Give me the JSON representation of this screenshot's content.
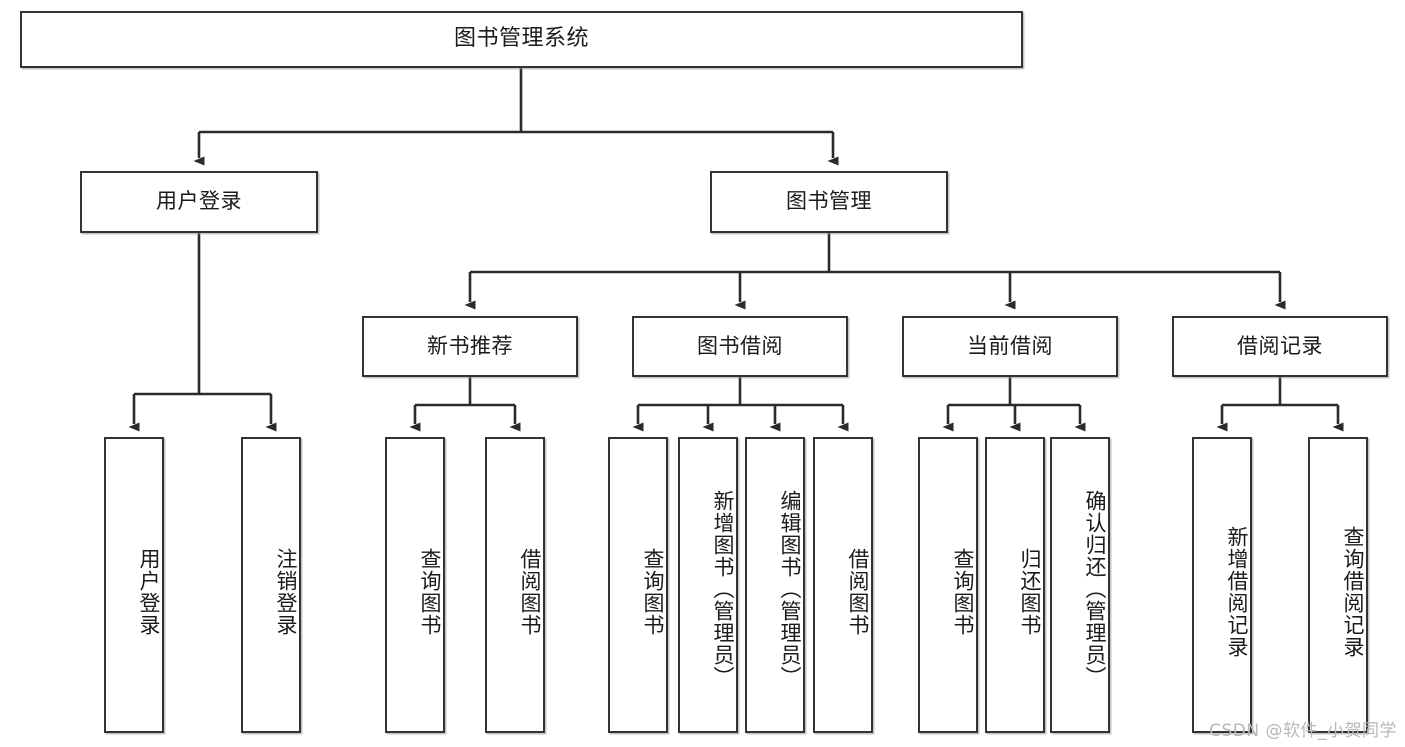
{
  "diagram": {
    "title": "图书管理系统",
    "type": "tree-hierarchy-diagram",
    "root": {
      "label": "图书管理系统"
    },
    "level2": [
      {
        "label": "用户登录"
      },
      {
        "label": "图书管理"
      }
    ],
    "level3": [
      {
        "label": "新书推荐"
      },
      {
        "label": "图书借阅"
      },
      {
        "label": "当前借阅"
      },
      {
        "label": "借阅记录"
      }
    ],
    "leaves_user_login": [
      {
        "label": "用户登录"
      },
      {
        "label": "注销登录"
      }
    ],
    "leaves_new_book": [
      {
        "label": "查询图书"
      },
      {
        "label": "借阅图书"
      }
    ],
    "leaves_book_borrow": [
      {
        "label": "查询图书"
      },
      {
        "label": "新增图书（管理员）"
      },
      {
        "label": "编辑图书（管理员）"
      },
      {
        "label": "借阅图书"
      }
    ],
    "leaves_current_borrow": [
      {
        "label": "查询图书"
      },
      {
        "label": "归还图书"
      },
      {
        "label": "确认归还（管理员）"
      }
    ],
    "leaves_borrow_record": [
      {
        "label": "新增借阅记录"
      },
      {
        "label": "查询借阅记录"
      }
    ]
  },
  "watermark": {
    "text": "CSDN @软件_小贺同学"
  },
  "colors": {
    "box_border": "#333333",
    "box_fill": "#ffffff",
    "line": "#2b2b2b",
    "text": "#1b1b1b",
    "watermark": "#b8b8b8"
  }
}
